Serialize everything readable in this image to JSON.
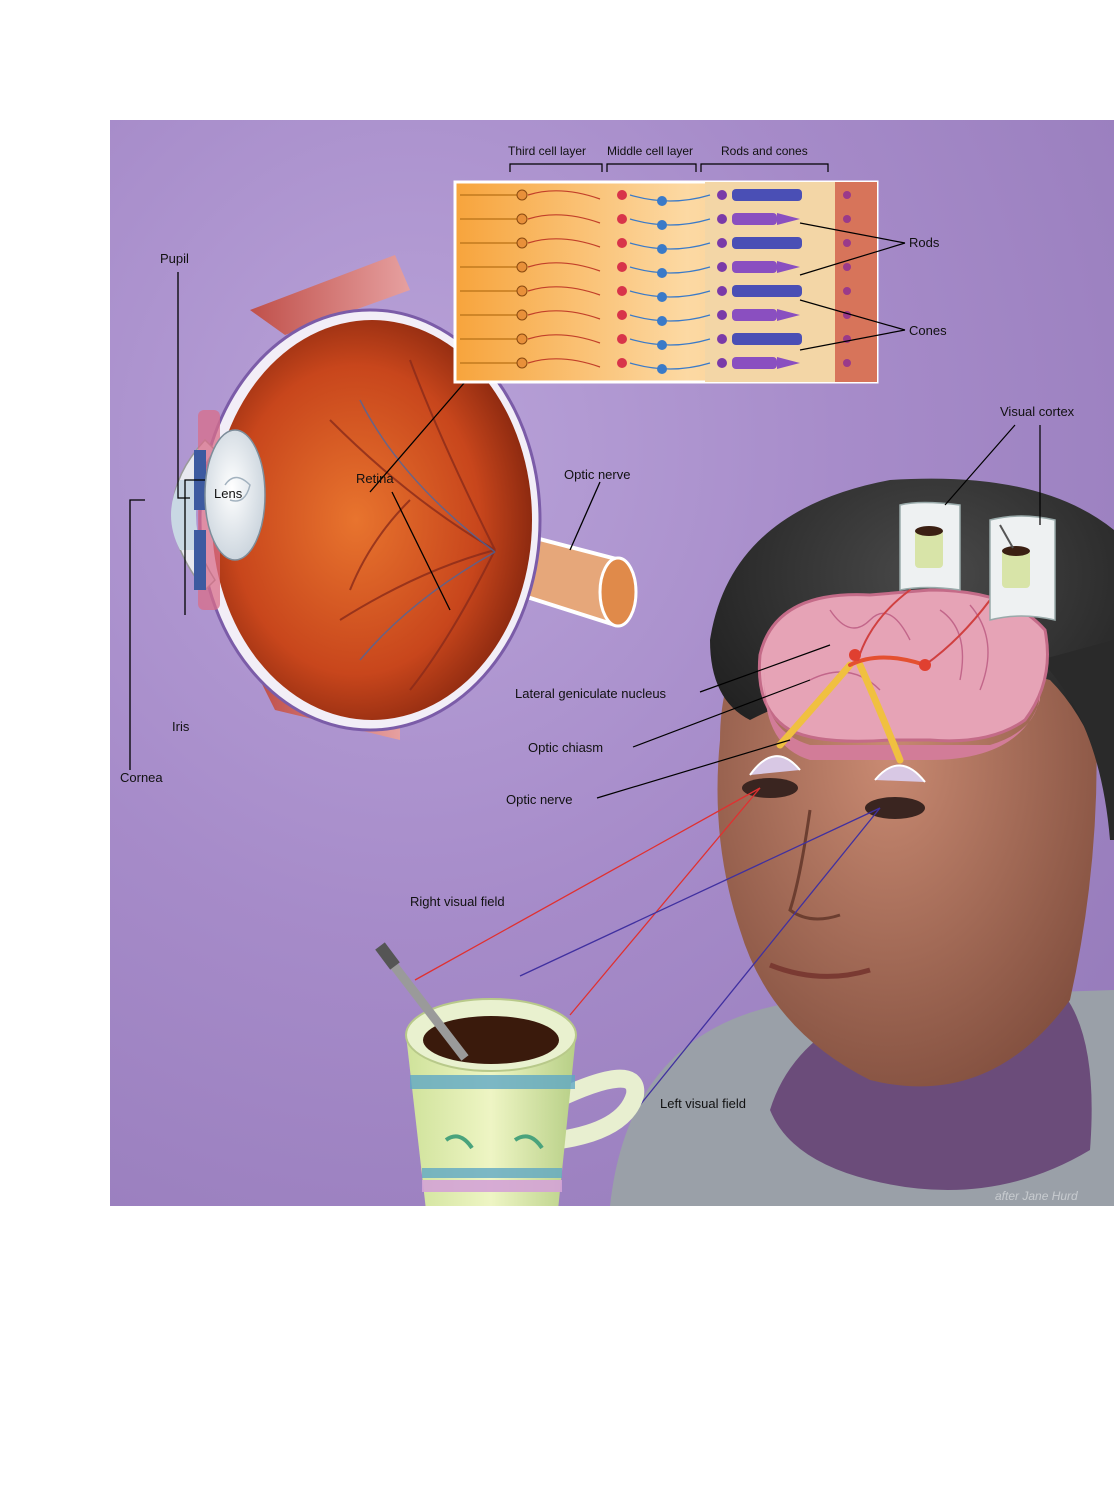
{
  "retina_headers": {
    "third": "Third cell layer",
    "middle": "Middle cell layer",
    "rods_cones": "Rods and cones"
  },
  "labels": {
    "rods": "Rods",
    "cones": "Cones",
    "pupil": "Pupil",
    "lens": "Lens",
    "retina": "Retina",
    "optic_nerve_eye": "Optic nerve",
    "iris": "Iris",
    "cornea": "Cornea",
    "visual_cortex": "Visual cortex",
    "lateral_geniculate": "Lateral geniculate nucleus",
    "optic_chiasm": "Optic chiasm",
    "optic_nerve_head": "Optic nerve",
    "right_visual_field": "Right visual field",
    "left_visual_field": "Left visual field"
  },
  "credit": "after Jane Hurd",
  "colors": {
    "background": "#a68bc9",
    "retina_orange": "#f4a23c",
    "rod_blue": "#4a4fb5",
    "cone_purple": "#8a4fc0",
    "right_field_line": "#e03030",
    "left_field_line": "#4030a0"
  }
}
